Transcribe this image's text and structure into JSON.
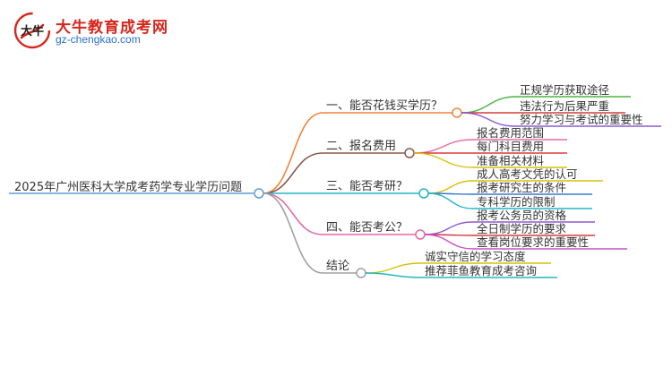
{
  "brand": {
    "logo_glyph": "大牛",
    "title": "大牛教育成考网",
    "url": "gz-chengkao.com"
  },
  "colors": {
    "root": "#5b9bd5",
    "branch_orange": "#f0843c",
    "branch_brown": "#8b5a4a",
    "branch_cyan": "#22b5c6",
    "branch_pink": "#e26aa3",
    "branch_grey": "#a0a0a0",
    "leaf_green": "#4fb443",
    "leaf_red": "#d93a3a",
    "leaf_purple": "#8e5ad3",
    "leaf_pink": "#e86aa8",
    "leaf_yellow": "#d4c20e",
    "leaf_blue": "#3a78d3",
    "leaf_cyan": "#22b5c6",
    "leaf_magenta": "#c94fc4"
  },
  "mindmap": {
    "root": "2025年广州医科大学成考药学专业学历问题",
    "branches": [
      {
        "label": "一、能否花钱买学历？",
        "children": [
          "正规学历获取途径",
          "违法行为后果严重",
          "努力学习与考试的重要性"
        ]
      },
      {
        "label": "二、报名费用",
        "children": [
          "报名费用范围",
          "每门科目费用",
          "准备相关材料"
        ]
      },
      {
        "label": "三、能否考研？",
        "children": [
          "成人高考文凭的认可",
          "报考研究生的条件",
          "专科学历的限制"
        ]
      },
      {
        "label": "四、能否考公？",
        "children": [
          "报考公务员的资格",
          "全日制学历的要求",
          "查看岗位要求的重要性"
        ]
      },
      {
        "label": "结论",
        "children": [
          "诚实守信的学习态度",
          "推荐菲鱼教育成考咨询"
        ]
      }
    ]
  }
}
